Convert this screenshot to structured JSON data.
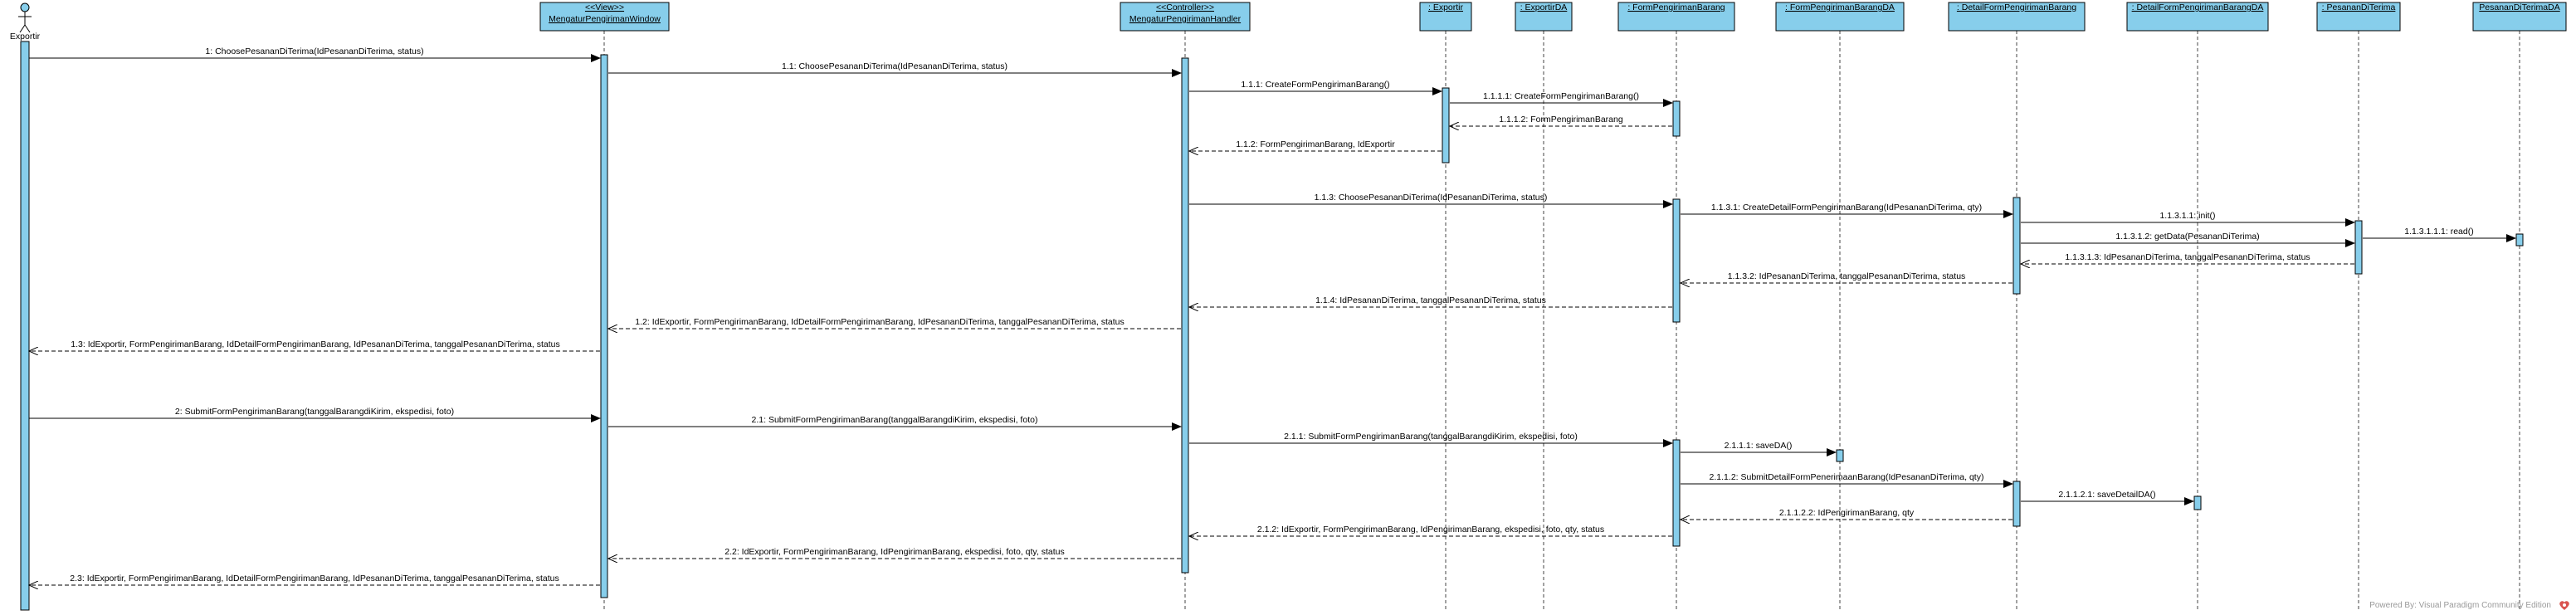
{
  "actor": {
    "name": "Exportir"
  },
  "participants": [
    {
      "id": "p1",
      "lines": [
        "<<View>>",
        "MengaturPengirimanWindow"
      ]
    },
    {
      "id": "p2",
      "lines": [
        "<<Controller>>",
        "MengaturPengirimanHandler"
      ]
    },
    {
      "id": "p3",
      "lines": [
        ": Exportir"
      ]
    },
    {
      "id": "p4",
      "lines": [
        ": ExportirDA"
      ]
    },
    {
      "id": "p5",
      "lines": [
        ": FormPengirimanBarang"
      ]
    },
    {
      "id": "p6",
      "lines": [
        ": FormPengirimanBarangDA"
      ]
    },
    {
      "id": "p7",
      "lines": [
        ": DetailFormPengirimanBarang"
      ]
    },
    {
      "id": "p8",
      "lines": [
        ": DetailFormPengirimanBarangDA"
      ]
    },
    {
      "id": "p9",
      "lines": [
        ": PesananDiTerima"
      ]
    },
    {
      "id": "p10",
      "lines": [
        "PesananDiTerimaDA"
      ]
    }
  ],
  "messages": [
    {
      "label": "1: ChoosePesananDiTerima(IdPesananDiTerima, status)",
      "from": "actor",
      "to": "p1",
      "type": "sync"
    },
    {
      "label": "1.1: ChoosePesananDiTerima(IdPesananDiTerima, status)",
      "from": "p1",
      "to": "p2",
      "type": "sync"
    },
    {
      "label": "1.1.1: CreateFormPengirimanBarang()",
      "from": "p2",
      "to": "p3",
      "type": "sync"
    },
    {
      "label": "1.1.1.1: CreateFormPengirimanBarang()",
      "from": "p3",
      "to": "p5",
      "type": "sync"
    },
    {
      "label": "1.1.1.2: FormPengirimanBarang",
      "from": "p5",
      "to": "p3",
      "type": "return"
    },
    {
      "label": "1.1.2: FormPengirimanBarang, IdExportir",
      "from": "p3",
      "to": "p2",
      "type": "return"
    },
    {
      "label": "1.1.3: ChoosePesananDiTerima(IdPesananDiTerima, status)",
      "from": "p2",
      "to": "p5",
      "type": "sync"
    },
    {
      "label": "1.1.3.1: CreateDetailFormPengirimanBarang(IdPesananDiTerima, qty)",
      "from": "p5",
      "to": "p7",
      "type": "sync"
    },
    {
      "label": "1.1.3.1.1: init()",
      "from": "p7",
      "to": "p9",
      "type": "sync"
    },
    {
      "label": "1.1.3.1.1.1: read()",
      "from": "p9",
      "to": "p10",
      "type": "sync"
    },
    {
      "label": "1.1.3.1.2: getData(PesananDiTerima)",
      "from": "p7",
      "to": "p9",
      "type": "sync"
    },
    {
      "label": "1.1.3.1.3: IdPesananDiTerima, tanggalPesananDiTerima, status",
      "from": "p9",
      "to": "p7",
      "type": "return"
    },
    {
      "label": "1.1.3.2: IdPesananDiTerima, tanggalPesananDiTerima, status",
      "from": "p7",
      "to": "p5",
      "type": "return"
    },
    {
      "label": "1.1.4: IdPesananDiTerima, tanggalPesananDiTerima, status",
      "from": "p5",
      "to": "p2",
      "type": "return"
    },
    {
      "label": "1.2: IdExportir, FormPengirimanBarang, IdDetailFormPengirimanBarang, IdPesananDiTerima, tanggalPesananDiTerima, status",
      "from": "p2",
      "to": "p1",
      "type": "return"
    },
    {
      "label": "1.3: IdExportir, FormPengirimanBarang, IdDetailFormPengirimanBarang, IdPesananDiTerima, tanggalPesananDiTerima, status",
      "from": "p1",
      "to": "actor",
      "type": "return"
    },
    {
      "label": "2: SubmitFormPengirimanBarang(tanggalBarangdiKirim, ekspedisi, foto)",
      "from": "actor",
      "to": "p1",
      "type": "sync"
    },
    {
      "label": "2.1: SubmitFormPengirimanBarang(tanggalBarangdiKirim, ekspedisi, foto)",
      "from": "p1",
      "to": "p2",
      "type": "sync"
    },
    {
      "label": "2.1.1: SubmitFormPengirimanBarang(tanggalBarangdiKirim, ekspedisi, foto)",
      "from": "p2",
      "to": "p5",
      "type": "sync"
    },
    {
      "label": "2.1.1.1: saveDA()",
      "from": "p5",
      "to": "p6",
      "type": "sync"
    },
    {
      "label": "2.1.1.2: SubmitDetailFormPenerimaanBarang(IdPesananDiTerima, qty)",
      "from": "p5",
      "to": "p7",
      "type": "sync"
    },
    {
      "label": "2.1.1.2.1: saveDetailDA()",
      "from": "p7",
      "to": "p8",
      "type": "sync"
    },
    {
      "label": "2.1.1.2.2: IdPengirimanBarang, qty",
      "from": "p7",
      "to": "p5",
      "type": "return"
    },
    {
      "label": "2.1.2: IdExportir, FormPengirimanBarang, IdPengirimanBarang, ekspedisi, foto, qty, status",
      "from": "p5",
      "to": "p2",
      "type": "return"
    },
    {
      "label": "2.2: IdExportir, FormPengirimanBarang, IdPengirimanBarang, ekspedisi, foto, qty, status",
      "from": "p2",
      "to": "p1",
      "type": "return"
    },
    {
      "label": "2.3: IdExportir, FormPengirimanBarang, IdDetailFormPengirimanBarang, IdPesananDiTerima, tanggalPesananDiTerima, status",
      "from": "p1",
      "to": "actor",
      "type": "return"
    }
  ],
  "footer": {
    "text": "Powered By: Visual Paradigm Community Edition"
  },
  "colors": {
    "box_fill": "#87ceeb",
    "stroke": "#000000",
    "lifeline": "#444444",
    "background": "#ffffff"
  }
}
